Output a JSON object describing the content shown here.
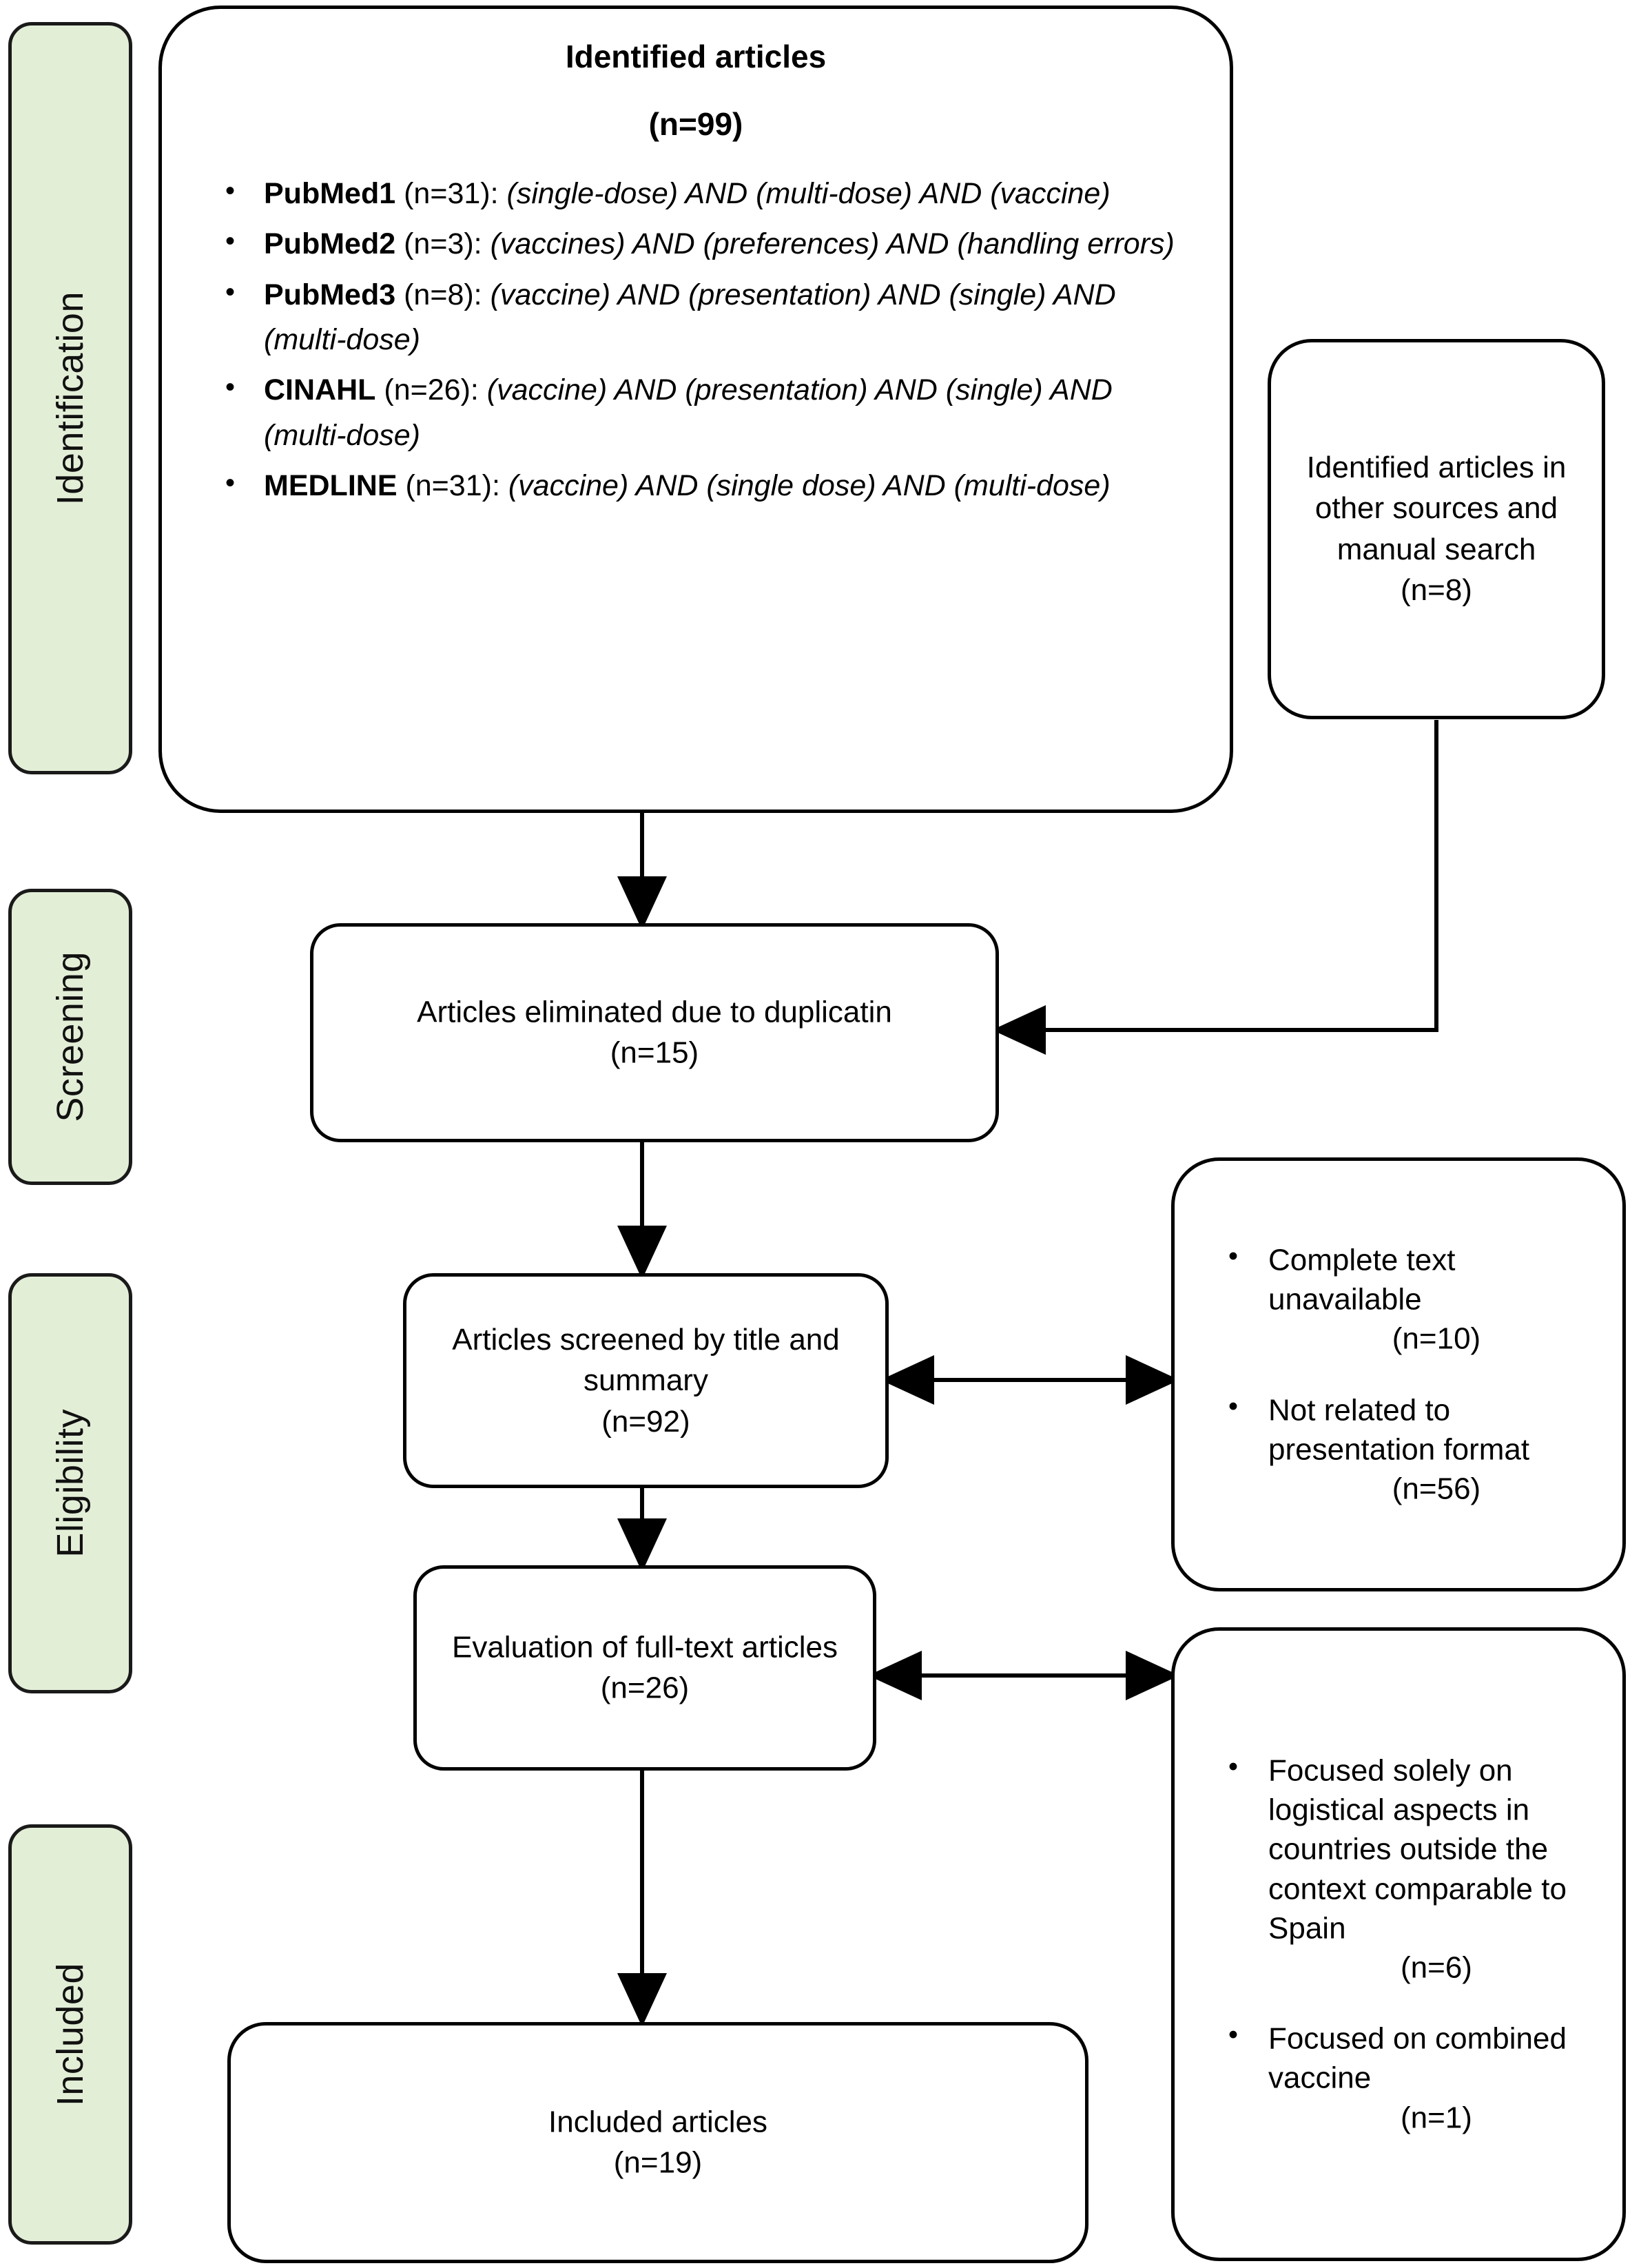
{
  "colors": {
    "stage_fill": "#e3eed7",
    "stroke": "#000000",
    "node_fill": "#ffffff"
  },
  "stages": [
    {
      "label": "Identification"
    },
    {
      "label": "Screening"
    },
    {
      "label": "Eligibility"
    },
    {
      "label": "Included"
    }
  ],
  "identification": {
    "title": "Identified articles",
    "count": "(n=99)",
    "databases": [
      {
        "name": "PubMed1",
        "n": "(n=31):",
        "query": "(single-dose) AND (multi-dose) AND (vaccine)"
      },
      {
        "name": "PubMed2",
        "n": "(n=3):",
        "query": "(vaccines) AND (preferences) AND (handling errors)"
      },
      {
        "name": "PubMed3",
        "n": "(n=8):",
        "query": "(vaccine) AND (presentation) AND (single) AND (multi-dose)"
      },
      {
        "name": "CINAHL",
        "n": "(n=26):",
        "query": "(vaccine) AND (presentation) AND (single) AND (multi-dose)"
      },
      {
        "name": "MEDLINE",
        "n": "(n=31):",
        "query": "(vaccine) AND (single dose) AND (multi-dose)"
      }
    ]
  },
  "other_sources": {
    "text": "Identified articles in other sources and manual search",
    "count": "(n=8)"
  },
  "duplicates": {
    "text": "Articles eliminated due to duplicatin",
    "count": "(n=15)"
  },
  "screened": {
    "text": "Articles screened by title and summary",
    "count": "(n=92)"
  },
  "fulltext": {
    "text": "Evaluation of full-text articles",
    "count": "(n=26)"
  },
  "included": {
    "text": "Included articles",
    "count": "(n=19)"
  },
  "excluded_screening": {
    "items": [
      {
        "text": "Complete text unavailable",
        "count": "(n=10)"
      },
      {
        "text": "Not related to presentation format",
        "count": "(n=56)"
      }
    ]
  },
  "excluded_eligibility": {
    "items": [
      {
        "text": "Focused solely on logistical aspects in countries outside the context comparable to Spain",
        "count": "(n=6)"
      },
      {
        "text": "Focused on combined vaccine",
        "count": "(n=1)"
      }
    ]
  },
  "chart_data": {
    "type": "diagram",
    "title": "PRISMA flow diagram of article selection",
    "nodes": [
      {
        "id": "identified",
        "stage": "Identification",
        "label": "Identified articles",
        "n": 99
      },
      {
        "id": "other-sources",
        "stage": "Identification",
        "label": "Identified articles in other sources and manual search",
        "n": 8
      },
      {
        "id": "duplicates",
        "stage": "Screening",
        "label": "Articles eliminated due to duplicatin",
        "n": 15
      },
      {
        "id": "screened",
        "stage": "Eligibility",
        "label": "Articles screened by title and summary",
        "n": 92
      },
      {
        "id": "excluded-screening-1",
        "stage": "Eligibility",
        "label": "Complete text unavailable",
        "n": 10
      },
      {
        "id": "excluded-screening-2",
        "stage": "Eligibility",
        "label": "Not related to presentation format",
        "n": 56
      },
      {
        "id": "fulltext",
        "stage": "Eligibility",
        "label": "Evaluation of full-text articles",
        "n": 26
      },
      {
        "id": "excluded-eligibility-1",
        "stage": "Eligibility",
        "label": "Focused solely on logistical aspects in countries outside the context comparable to Spain",
        "n": 6
      },
      {
        "id": "excluded-eligibility-2",
        "stage": "Eligibility",
        "label": "Focused on combined vaccine",
        "n": 1
      },
      {
        "id": "included",
        "stage": "Included",
        "label": "Included articles",
        "n": 19
      }
    ],
    "edges": [
      {
        "from": "identified",
        "to": "duplicates",
        "type": "arrow"
      },
      {
        "from": "other-sources",
        "to": "duplicates",
        "type": "elbow-arrow"
      },
      {
        "from": "duplicates",
        "to": "screened",
        "type": "arrow"
      },
      {
        "from": "screened",
        "to": "excluded-screening",
        "type": "double-arrow"
      },
      {
        "from": "screened",
        "to": "fulltext",
        "type": "arrow"
      },
      {
        "from": "fulltext",
        "to": "excluded-eligibility",
        "type": "double-arrow"
      },
      {
        "from": "fulltext",
        "to": "included",
        "type": "arrow"
      }
    ],
    "databases": {
      "PubMed1": 31,
      "PubMed2": 3,
      "PubMed3": 8,
      "CINAHL": 26,
      "MEDLINE": 31
    }
  }
}
